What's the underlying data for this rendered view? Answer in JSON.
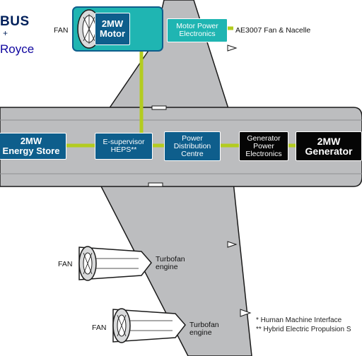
{
  "logo": {
    "line1": "BUS",
    "line2": "+",
    "line3": "Royce"
  },
  "nodes": {
    "motor": {
      "line1": "2MW",
      "line2": "Motor"
    },
    "motor_power": {
      "line1": "Motor Power",
      "line2": "Electronics"
    },
    "energy_store": {
      "line1": "2MW",
      "line2": "Energy Store"
    },
    "esupervisor": {
      "line1": "E-supervisor",
      "line2": "HEPS**"
    },
    "pdc": {
      "line1": "Power",
      "line2": "Distribution",
      "line3": "Centre"
    },
    "gen_power": {
      "line1": "Generator",
      "line2": "Power",
      "line3": "Electronics"
    },
    "generator": {
      "line1": "2MW",
      "line2": "Generator"
    }
  },
  "labels": {
    "fan_top": "FAN",
    "ae3007": "AE3007 Fan & Nacelle",
    "fan_mid": "FAN",
    "turbofan_mid_1": "Turbofan",
    "turbofan_mid_2": "engine",
    "fan_bot": "FAN",
    "turbofan_bot_1": "Turbofan",
    "turbofan_bot_2": "engine"
  },
  "footnotes": {
    "hmi": "* Human Machine Interface",
    "heps": "** Hybrid Electric Propulsion S"
  },
  "colors": {
    "fuselage": "#bcbdbf",
    "outline": "#1a1a1a",
    "connector": "#b3cc1f",
    "blue": "#0e5e8c",
    "teal": "#1fb5b2",
    "black": "#050505"
  }
}
